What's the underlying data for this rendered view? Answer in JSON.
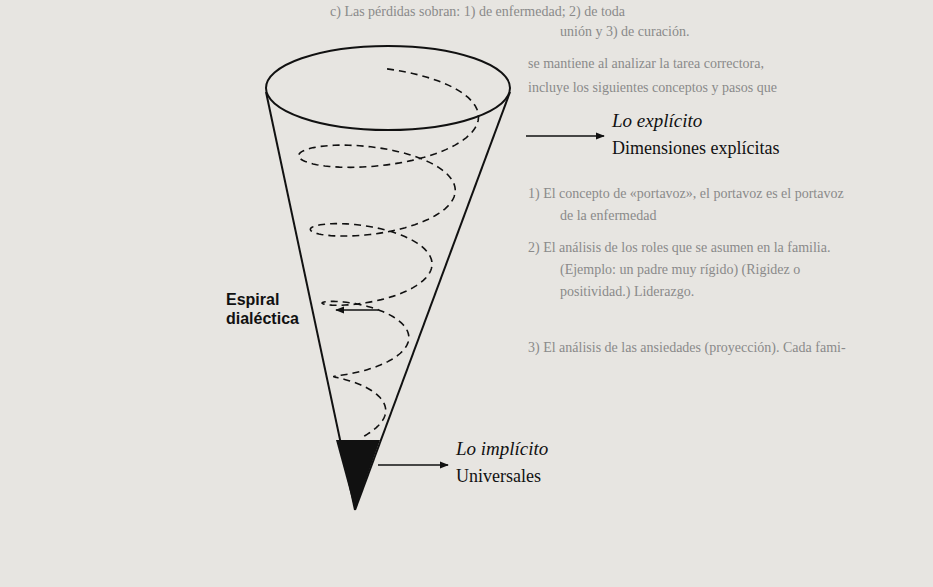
{
  "diagram": {
    "labels": [
      "Lo explícito",
      "Dimensiones explícitas",
      "Espiral dialéctica",
      "Lo implícito",
      "Universales",
      "c) Las pérdidas sobran: 1) de enfermedad; 2) de toda",
      "unión y 3) de curación.",
      "se mantiene al analizar la tarea correctora,",
      "incluye los siguientes conceptos y pasos que",
      "1) El concepto de «portavoz», el portavoz es el portavoz",
      "de la enfermedad",
      "2) El análisis de los roles que se asumen en la familia.",
      "(Ejemplo: un padre muy rígido) (Rigidez o",
      "positividad.) Liderazgo.",
      "3) El análisis de las ansiedades (proyección). Cada fami-"
    ]
  }
}
